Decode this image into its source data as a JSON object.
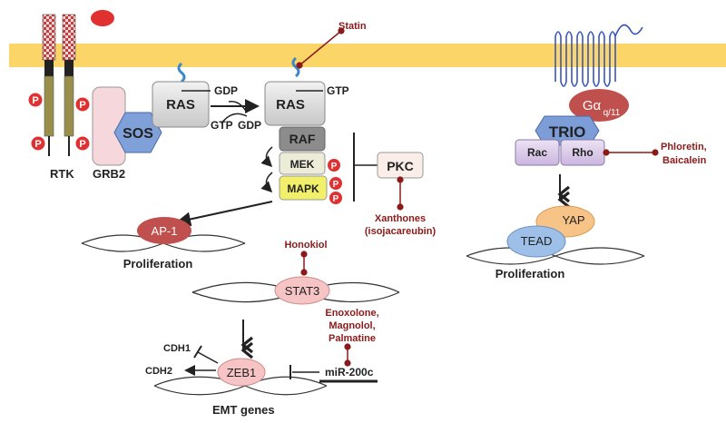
{
  "colors": {
    "membrane": "#fbd568",
    "drug_text": "#8b1a1a",
    "p_badge": "#e03030",
    "ras_box": "#d9d9d9",
    "raf_box": "#8c8c8c",
    "mek_box": "#ececd8",
    "mapk_box": "#f2f06a",
    "sos_hex": "#7fa0d8",
    "grb2_box": "#f6d8dc",
    "red_ellipse": "#c0504d",
    "trio_hex": "#7d9dd8",
    "rac_rho_box": "#d9c9e6",
    "tead": "#9ec0e8",
    "yap": "#f8c386",
    "stat3": "#f6c4c4",
    "zeb1": "#f6c4c4",
    "receptor_segment": "#9a8f4a"
  },
  "labels": {
    "rtk": "RTK",
    "grb2": "GRB2",
    "sos": "SOS",
    "ras_left": "RAS",
    "gdp_left": "GDP",
    "gtp_left": "GTP",
    "gdp_mid": "GDP",
    "ras_right": "RAS",
    "gtp_right": "GTP",
    "raf": "RAF",
    "mek": "MEK",
    "mapk": "MAPK",
    "pkc": "PKC",
    "p": "P",
    "ap1": "AP-1",
    "proliferation_left": "Proliferation",
    "stat3": "STAT3",
    "zeb1": "ZEB1",
    "cdh1": "CDH1",
    "cdh2": "CDH2",
    "mir200c": "miR-200c",
    "emt_genes": "EMT genes",
    "galpha_main": "Gα",
    "galpha_sub": "q/11",
    "trio": "TRIO",
    "rac": "Rac",
    "rho": "Rho",
    "yap": "YAP",
    "tead": "TEAD",
    "proliferation_right": "Proliferation"
  },
  "drugs": {
    "statin": "Statin",
    "xanthones_1": "Xanthones",
    "xanthones_2": "(isojacareubin)",
    "honokiol": "Honokiol",
    "enox_1": "Enoxolone,",
    "enox_2": "Magnolol,",
    "enox_3": "Palmatine",
    "phloretin_1": "Phloretin,",
    "phloretin_2": "Baicalein"
  }
}
